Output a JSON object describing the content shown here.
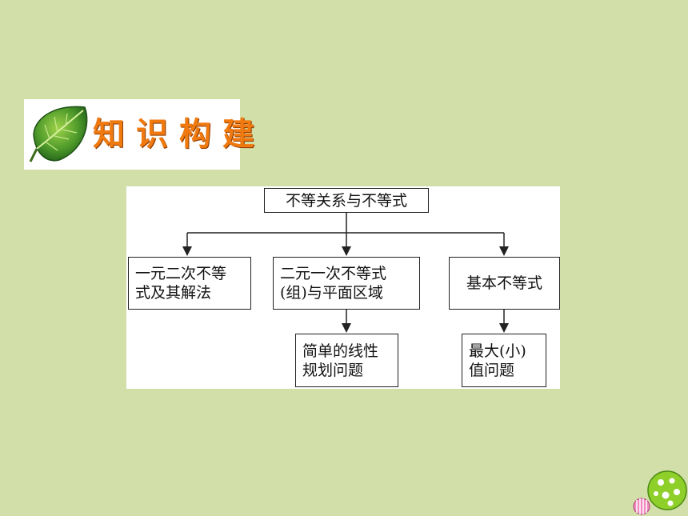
{
  "banner": {
    "title": "知识构建"
  },
  "diagram": {
    "root": "不等关系与不等式",
    "branch_1": "一元二次不等\n式及其解法",
    "branch_2": "二元一次不等式\n(组)与平面区域",
    "branch_3": "基本不等式",
    "leaf_2": "简单的线性\n规划问题",
    "leaf_3": "最大(小)\n值问题"
  },
  "colors": {
    "background": "#d3dfa9",
    "banner_text": "#f07a10",
    "box_border": "#222222"
  }
}
